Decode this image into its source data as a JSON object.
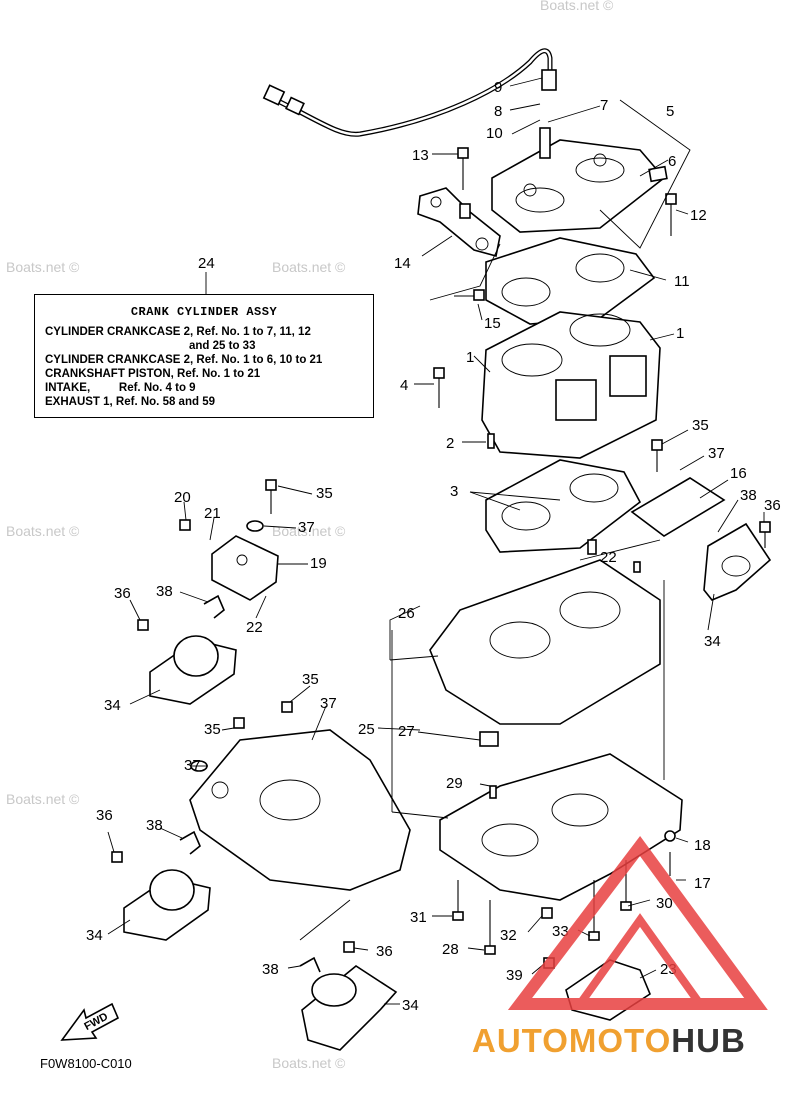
{
  "watermark": "Boats.net ©",
  "info_box": {
    "ref": "24",
    "title": "CRANK CYLINDER ASSY",
    "rows": [
      "CYLINDER CRANKCASE 2, Ref. No. 1 to 7, 11, 12",
      "and 25 to 33",
      "CYLINDER CRANKCASE 2, Ref. No. 1 to 6, 10 to 21",
      "CRANKSHAFT PISTON, Ref. No. 1 to 21",
      "INTAKE,         Ref. No. 4 to 9",
      "EXHAUST 1, Ref. No. 58 and 59"
    ]
  },
  "callouts": {
    "c9": "9",
    "c8": "8",
    "c7": "7",
    "c5": "5",
    "c10": "10",
    "c13": "13",
    "c6": "6",
    "c12": "12",
    "c14": "14",
    "c11": "11",
    "c15": "15",
    "c1a": "1",
    "c1b": "1",
    "c4": "4",
    "c2": "2",
    "c35a": "35",
    "c37a": "37",
    "c16": "16",
    "c3": "3",
    "c38a": "38",
    "c36a": "36",
    "c20": "20",
    "c35b": "35",
    "c21": "21",
    "c37b": "37",
    "c19": "19",
    "c22a": "22",
    "c22b": "22",
    "c36b": "36",
    "c38b": "38",
    "c26": "26",
    "c34a": "34",
    "c34b": "34",
    "c35c": "35",
    "c37c": "37",
    "c35d": "35",
    "c25": "25",
    "c27": "27",
    "c37d": "37",
    "c29": "29",
    "c36c": "36",
    "c38c": "38",
    "c18": "18",
    "c17": "17",
    "c34c": "34",
    "c30": "30",
    "c31": "31",
    "c32": "32",
    "c33": "33",
    "c28": "28",
    "c36d": "36",
    "c38d": "38",
    "c39": "39",
    "c23": "23",
    "c34d": "34"
  },
  "fwd_label": "FWD",
  "diagram_code": "F0W8100-C010",
  "brand": {
    "part1": "AUTOMOTO",
    "part2": "HUB",
    "accent": "#f0a030",
    "dark": "#333333",
    "logo_color": "#e84040"
  }
}
